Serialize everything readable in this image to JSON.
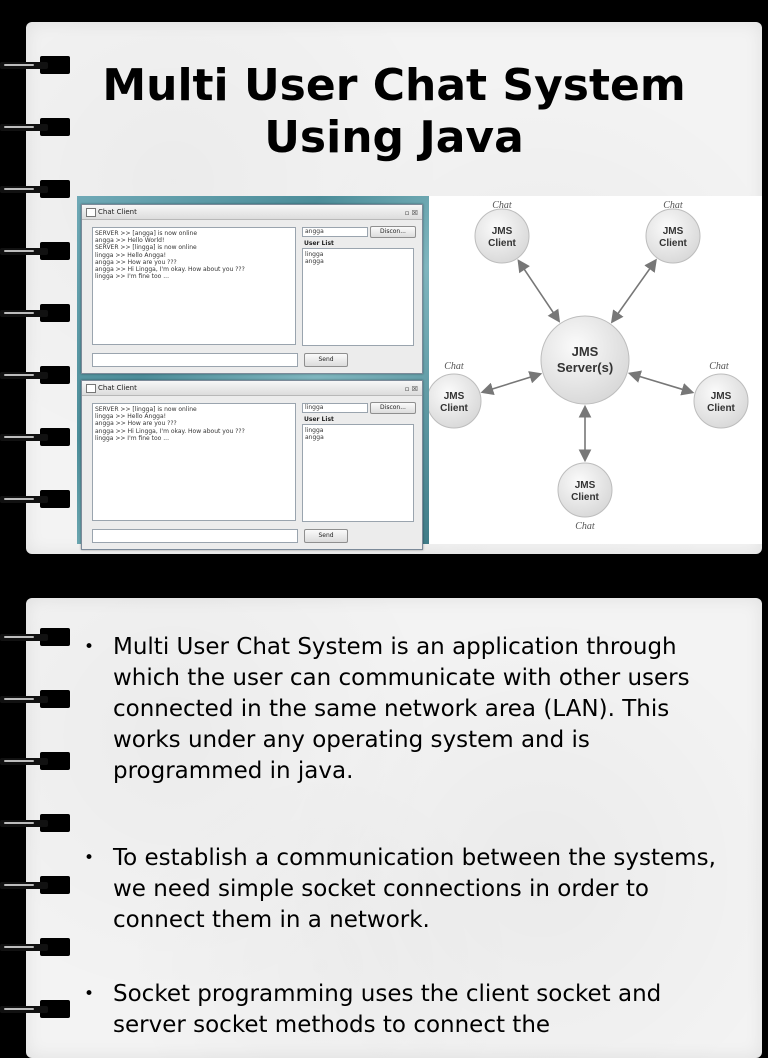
{
  "slide1": {
    "title": "Multi User Chat System Using Java",
    "screenshots": [
      {
        "window_title": "Chat Client",
        "window_controls": "▫ ☒",
        "chat_lines": [
          "SERVER >> [angga] is now online",
          "angga >> Hello World!",
          "SERVER >> [lingga] is now online",
          "lingga >> Hello Angga!",
          "angga >> How are you ???",
          "angga >> Hi Lingga, I'm okay. How about you ???",
          "lingga >> I'm fine too ..."
        ],
        "name_field": "angga",
        "disconnect_label": "Discon...",
        "user_list_label": "User List",
        "users": [
          "lingga",
          "angga"
        ],
        "send_label": "Send"
      },
      {
        "window_title": "Chat Client",
        "window_controls": "▫ ☒",
        "chat_lines": [
          "SERVER >> [lingga] is now online",
          "lingga >> Hello Angga!",
          "angga >> How are you ???",
          "angga >> Hi Lingga, I'm okay. How about you ???",
          "lingga >> I'm fine too ..."
        ],
        "name_field": "lingga",
        "disconnect_label": "Discon...",
        "user_list_label": "User List",
        "users": [
          "lingga",
          "angga"
        ],
        "send_label": "Send"
      }
    ],
    "diagram": {
      "server_label": [
        "JMS",
        "Server(s)"
      ],
      "client_label": [
        "JMS",
        "Client"
      ],
      "chat_label": "Chat",
      "colors": {
        "node_fill": "#e6e6e6",
        "node_stroke": "#bdbdbd",
        "arrow": "#777777"
      }
    }
  },
  "slide2": {
    "bullets": [
      "Multi User Chat System is an application through which the user can communicate with other users connected in the same network area (LAN). This works under any operating system and is programmed in java.",
      "To establish a communication between the systems, we need simple socket connections in order to connect them in a network.",
      "Socket programming uses the client socket and server socket methods to connect the"
    ],
    "bullet_symbol": "•"
  }
}
